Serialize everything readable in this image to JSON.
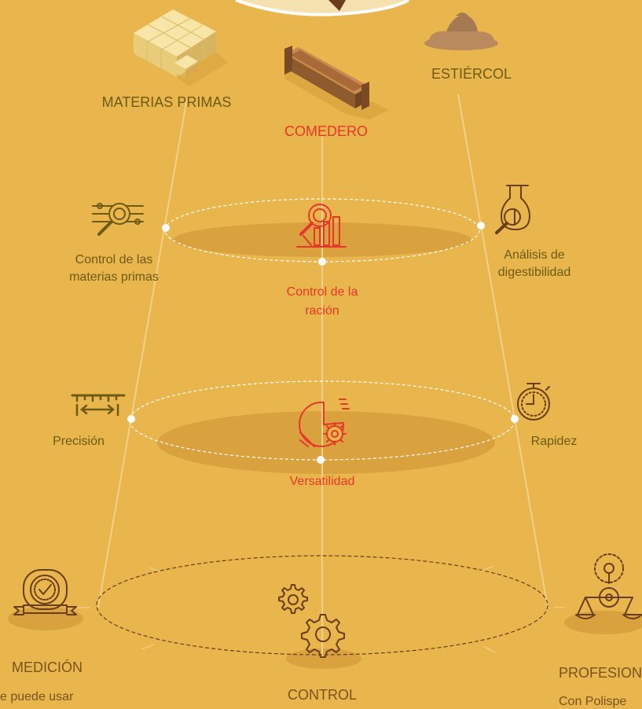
{
  "colors": {
    "background": "#E8B64C",
    "shadow": "#D9A23E",
    "olive": "#6E5A14",
    "red": "#E8362A",
    "brown": "#7A5220",
    "line": "#F3D08A",
    "white": "#FFFFFF"
  },
  "top": {
    "materias_primas": "MATERIAS PRIMAS",
    "comedero": "COMEDERO",
    "estiercol": "ESTIÉRCOL"
  },
  "level1": {
    "left_line1": "Control de las",
    "left_line2": "materias primas",
    "center_line1": "Control de la",
    "center_line2": "ración",
    "right_line1": "Análisis de",
    "right_line2": "digestibilidad"
  },
  "level2": {
    "left": "Precisión",
    "center": "Versatilidad",
    "right": "Rapidez"
  },
  "bottom": {
    "left_title": "MEDICIÓN",
    "left_text": "e puede usar",
    "center_title": "CONTROL",
    "right_title": "PROFESION",
    "right_text": "Con Polispe"
  },
  "icons": {
    "hay_bales": "hay-bales-icon",
    "feeder": "feeder-trough-icon",
    "manure": "manure-pile-icon",
    "raw_material_control": "magnifier-lines-icon",
    "ration_control": "magnifier-chart-icon",
    "digestibility": "test-tube-magnifier-icon",
    "precision": "ruler-arrows-icon",
    "versatility": "chart-gear-icon",
    "speed": "stopwatch-icon",
    "measurement": "certificate-badge-icon",
    "control": "gears-icon",
    "professional": "balance-scale-icon"
  }
}
